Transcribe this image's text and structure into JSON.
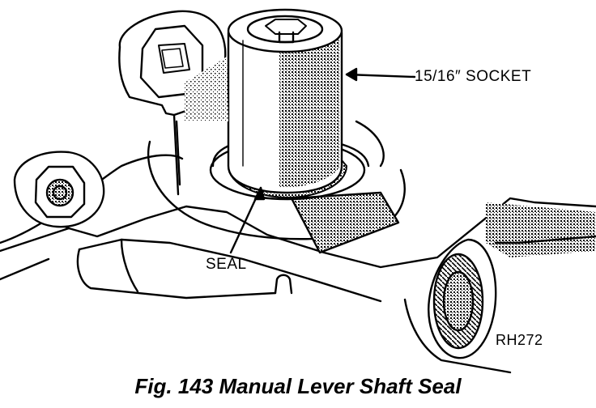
{
  "figure": {
    "callouts": {
      "socket": "15/16″ SOCKET",
      "seal": "SEAL"
    },
    "code": "RH272",
    "caption": "Fig. 143 Manual Lever Shaft Seal"
  }
}
